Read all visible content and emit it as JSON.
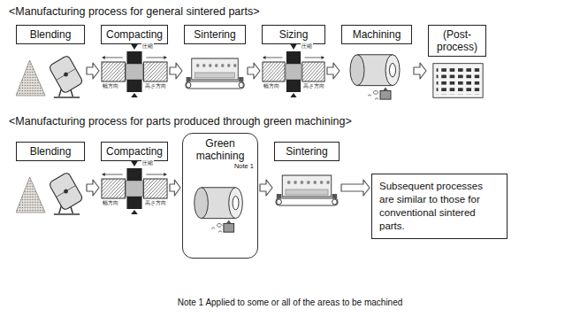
{
  "diagram": {
    "title": "<Manufacturing process for general sintered parts>",
    "nodes": [
      {
        "text": [
          "Blending"
        ]
      },
      {
        "text": [
          "Compacting"
        ]
      },
      {
        "text": [
          "Sintering"
        ]
      },
      {
        "text": [
          "Sizing"
        ]
      },
      {
        "text": [
          "Machining"
        ]
      },
      {
        "text": [
          "(Post- process)"
        ]
      },
      {
        "text": [
          "Blending"
        ]
      },
      {
        "text": [
          "Compacting"
        ]
      },
      {
        "text": [
          "Green machining",
          "Note 1"
        ]
      },
      {
        "text": [
          "Sintering"
        ]
      },
      {
        "text": [
          "Subsequent processes are similar to those for conventional sintered parts."
        ]
      }
    ],
    "edges": [
      {
        "from": 0,
        "to": 1,
        "arrow": "to"
      },
      {
        "from": 1,
        "to": 2,
        "arrow": "to"
      },
      {
        "from": 2,
        "to": 3,
        "arrow": "to"
      },
      {
        "from": 3,
        "to": 4,
        "arrow": "to"
      },
      {
        "from": 4,
        "to": 5,
        "arrow": "to"
      },
      {
        "from": 6,
        "to": 7,
        "arrow": "to"
      },
      {
        "from": 7,
        "to": 8,
        "arrow": "to"
      },
      {
        "from": 8,
        "to": 9,
        "arrow": "to"
      },
      {
        "from": 9,
        "to": 10,
        "arrow": "to"
      }
    ],
    "labels": [
      "圧縮",
      "幅方向",
      "高さ方向",
      "圧縮",
      "幅方向",
      "高さ方向",
      "<Manufacturing process for parts produced through green machining>",
      "圧縮",
      "幅方向",
      "高さ方向",
      "Note 1 Applied to some or all of the areas to be machined"
    ]
  }
}
